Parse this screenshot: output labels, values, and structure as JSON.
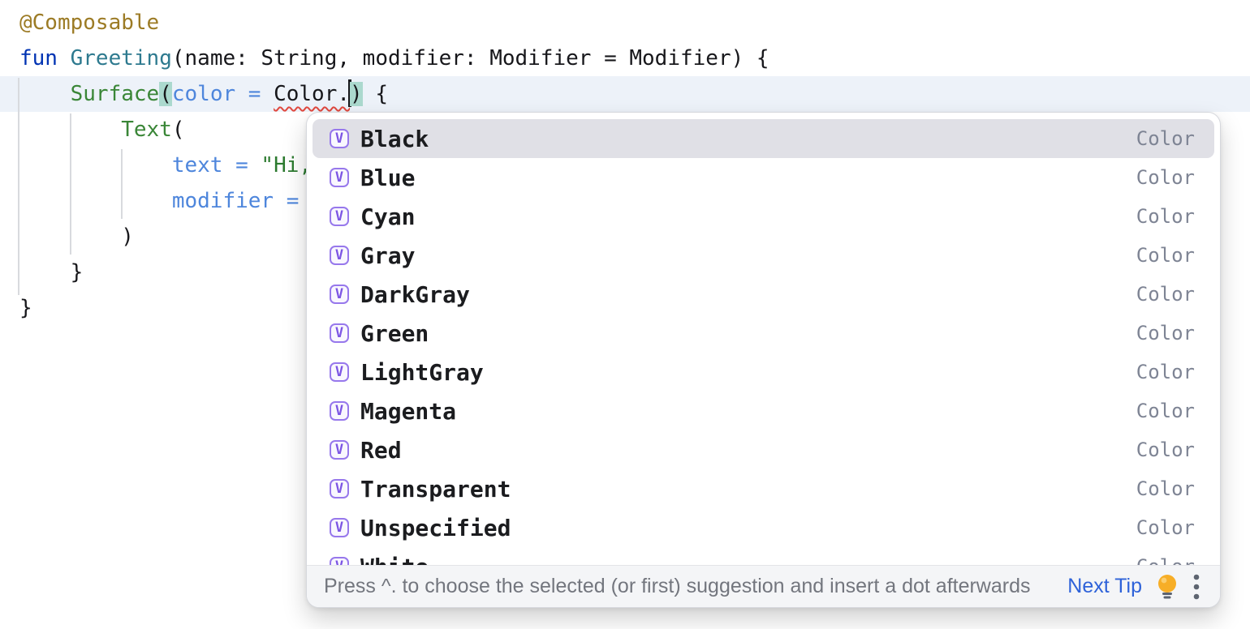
{
  "editor": {
    "lines": [
      {
        "segments": [
          {
            "text": "@Composable",
            "style": "annotation"
          }
        ]
      },
      {
        "segments": [
          {
            "text": "fun",
            "style": "keyword"
          },
          {
            "text": " ",
            "style": "plain"
          },
          {
            "text": "Greeting",
            "style": "function"
          },
          {
            "text": "(name: String, modifier: Modifier = Modifier) {",
            "style": "plain"
          }
        ]
      },
      {
        "segments": [
          {
            "text": "    ",
            "style": "plain"
          },
          {
            "text": "Surface",
            "style": "composable"
          },
          {
            "text": "(",
            "style": "paren-match"
          },
          {
            "text": "color = ",
            "style": "named-arg"
          },
          {
            "text": "Color.",
            "style": "error"
          },
          {
            "style": "caret",
            "text": ""
          },
          {
            "text": ")",
            "style": "paren-match"
          },
          {
            "text": " {",
            "style": "plain"
          }
        ]
      },
      {
        "segments": [
          {
            "text": "        ",
            "style": "plain"
          },
          {
            "text": "Text",
            "style": "composable"
          },
          {
            "text": "(",
            "style": "plain"
          }
        ]
      },
      {
        "segments": [
          {
            "text": "            ",
            "style": "plain"
          },
          {
            "text": "text = ",
            "style": "named-arg"
          },
          {
            "text": "\"Hi,",
            "style": "string"
          }
        ]
      },
      {
        "segments": [
          {
            "text": "            ",
            "style": "plain"
          },
          {
            "text": "modifier = ",
            "style": "named-arg"
          }
        ]
      },
      {
        "segments": [
          {
            "text": "        )",
            "style": "plain"
          }
        ]
      },
      {
        "segments": [
          {
            "text": "    }",
            "style": "plain"
          }
        ]
      },
      {
        "segments": [
          {
            "text": "}",
            "style": "plain"
          }
        ]
      }
    ],
    "caret_line_index": 2
  },
  "completion_popup": {
    "icon_glyph": "V",
    "items": [
      {
        "label": "Black",
        "type": "Color",
        "selected": true
      },
      {
        "label": "Blue",
        "type": "Color",
        "selected": false
      },
      {
        "label": "Cyan",
        "type": "Color",
        "selected": false
      },
      {
        "label": "Gray",
        "type": "Color",
        "selected": false
      },
      {
        "label": "DarkGray",
        "type": "Color",
        "selected": false
      },
      {
        "label": "Green",
        "type": "Color",
        "selected": false
      },
      {
        "label": "LightGray",
        "type": "Color",
        "selected": false
      },
      {
        "label": "Magenta",
        "type": "Color",
        "selected": false
      },
      {
        "label": "Red",
        "type": "Color",
        "selected": false
      },
      {
        "label": "Transparent",
        "type": "Color",
        "selected": false
      },
      {
        "label": "Unspecified",
        "type": "Color",
        "selected": false
      },
      {
        "label": "White",
        "type": "Color",
        "selected": false
      }
    ],
    "footer": {
      "hint": "Press ^. to choose the selected (or first) suggestion and insert a dot afterwards",
      "next_tip": "Next Tip"
    }
  },
  "colors": {
    "caret_line_bg": "#EDF2F9",
    "paren_match_bg": "#ABD9CE",
    "error_squiggle": "#E0483E",
    "keyword": "#0033B3",
    "annotation": "#9C7B25",
    "function_decl": "#2E7A8F",
    "composable_call": "#3A8637",
    "named_argument": "#4E86DC",
    "string_literal": "#2C7A2F",
    "selected_item_bg": "#E0E0E6",
    "icon_purple": "#9778EC",
    "type_label_gray": "#7E8494",
    "footer_bg": "#F4F5F7",
    "next_tip_blue": "#2E62D9",
    "lightbulb_yellow": "#F7AE27"
  }
}
